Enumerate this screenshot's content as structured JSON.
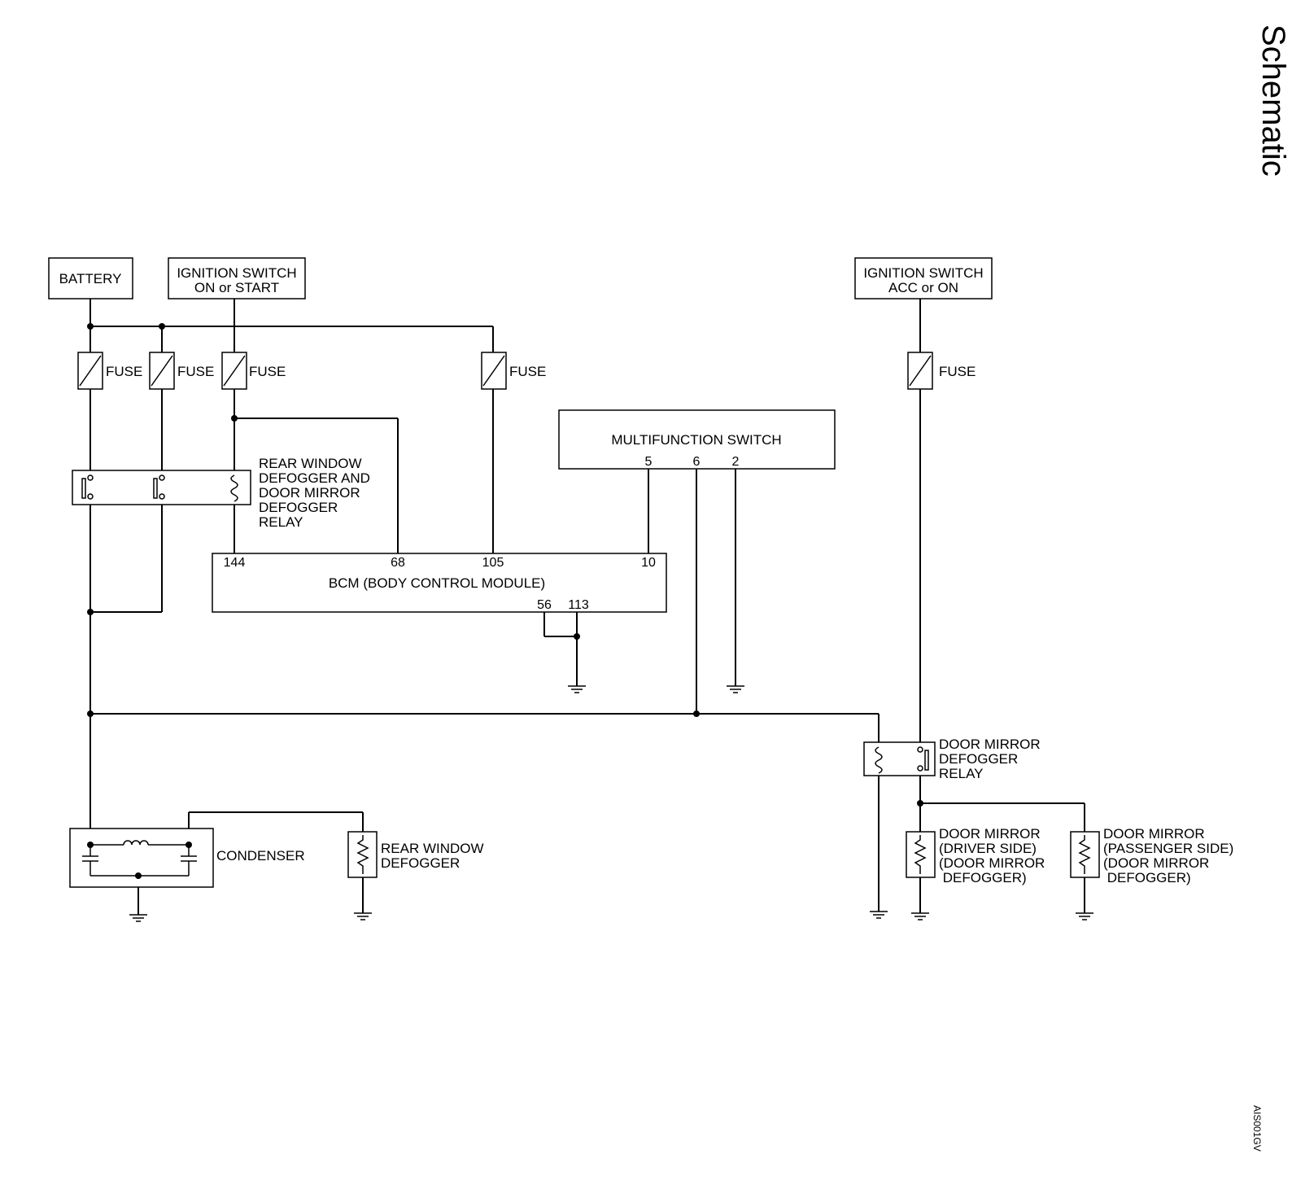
{
  "title": "Schematic",
  "figure_code": "AIS001GV",
  "sources": {
    "battery": "BATTERY",
    "ign_on_start": [
      "IGNITION SWITCH",
      "ON or START"
    ],
    "ign_acc_on": [
      "IGNITION SWITCH",
      "ACC or ON"
    ]
  },
  "fuse_label": "FUSE",
  "relay_main": [
    "REAR WINDOW",
    "DEFOGGER AND",
    "DOOR MIRROR",
    "DEFOGGER",
    "RELAY"
  ],
  "mfs": {
    "name": "MULTIFUNCTION SWITCH",
    "pins": [
      "5",
      "6",
      "2"
    ]
  },
  "bcm": {
    "name": "BCM (BODY CONTROL MODULE)",
    "pins_top": [
      "144",
      "68",
      "105",
      "10"
    ],
    "pins_bottom": [
      "56",
      "113"
    ]
  },
  "relay_dm": [
    "DOOR MIRROR",
    "DEFOGGER",
    "RELAY"
  ],
  "condenser": "CONDENSER",
  "rear_defogger": [
    "REAR WINDOW",
    "DEFOGGER"
  ],
  "mirror_driver": [
    "DOOR MIRROR",
    "(DRIVER SIDE)",
    "(DOOR MIRROR",
    " DEFOGGER)"
  ],
  "mirror_passenger": [
    "DOOR MIRROR",
    "(PASSENGER SIDE)",
    "(DOOR MIRROR",
    " DEFOGGER)"
  ]
}
